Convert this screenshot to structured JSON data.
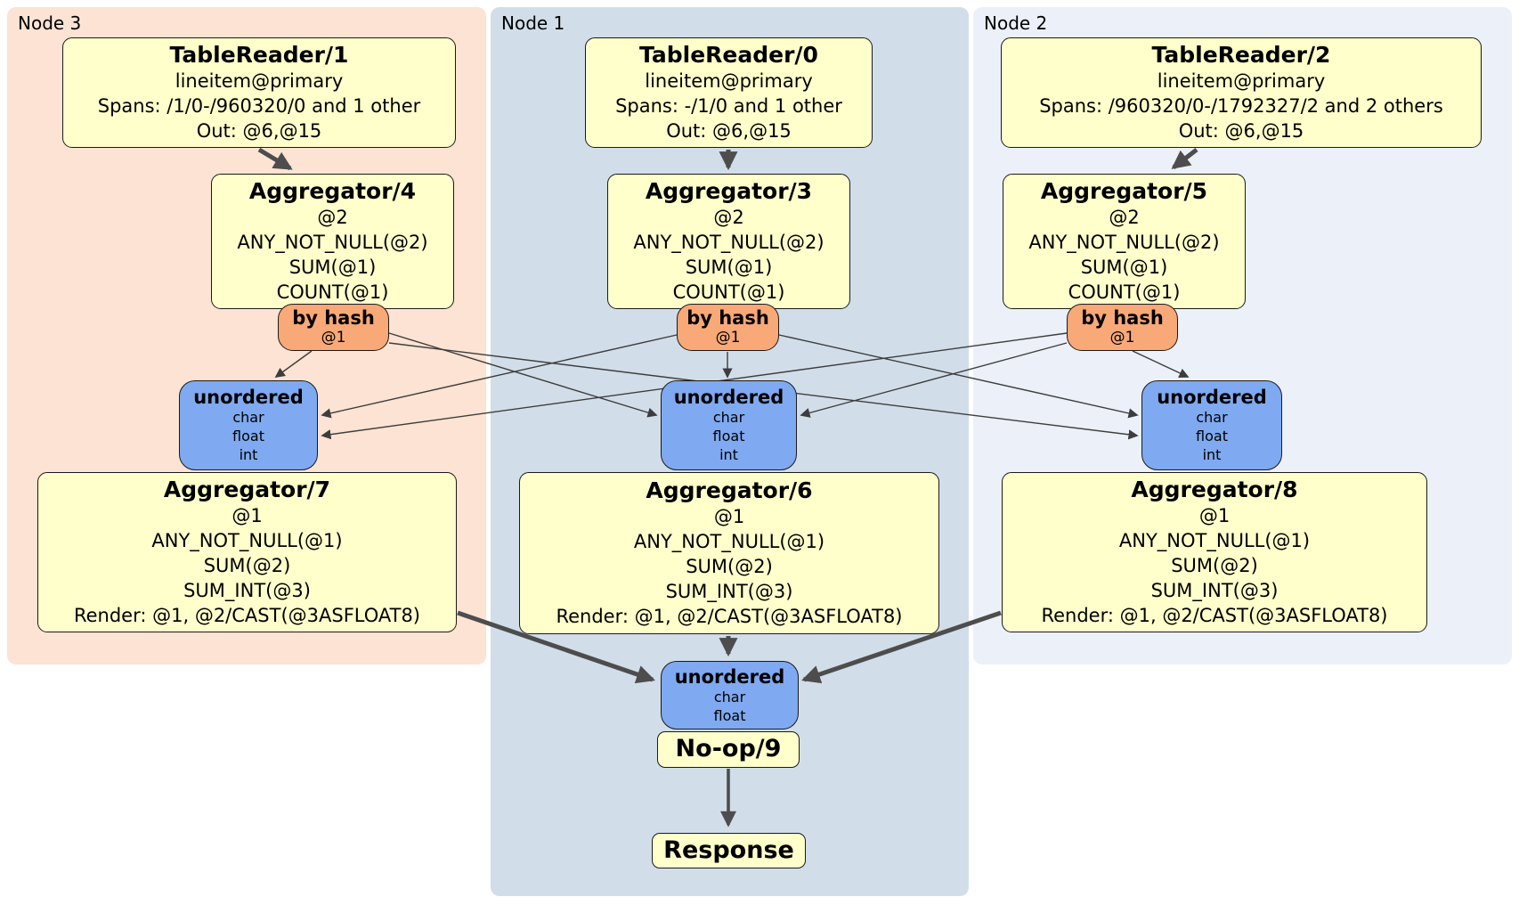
{
  "regions": [
    {
      "label": "Node 3"
    },
    {
      "label": "Node 1"
    },
    {
      "label": "Node 2"
    }
  ],
  "boxes": {
    "tr1": {
      "title": "TableReader/1",
      "lines": [
        "lineitem@primary",
        "Spans: /1/0-/960320/0 and 1 other",
        "Out: @6,@15"
      ]
    },
    "tr0": {
      "title": "TableReader/0",
      "lines": [
        "lineitem@primary",
        "Spans: -/1/0 and 1 other",
        "Out: @6,@15"
      ]
    },
    "tr2": {
      "title": "TableReader/2",
      "lines": [
        "lineitem@primary",
        "Spans: /960320/0-/1792327/2 and 2 others",
        "Out: @6,@15"
      ]
    },
    "agg4": {
      "title": "Aggregator/4",
      "lines": [
        "@2",
        "ANY_NOT_NULL(@2)",
        "SUM(@1)",
        "COUNT(@1)"
      ]
    },
    "agg3": {
      "title": "Aggregator/3",
      "lines": [
        "@2",
        "ANY_NOT_NULL(@2)",
        "SUM(@1)",
        "COUNT(@1)"
      ]
    },
    "agg5": {
      "title": "Aggregator/5",
      "lines": [
        "@2",
        "ANY_NOT_NULL(@2)",
        "SUM(@1)",
        "COUNT(@1)"
      ]
    },
    "agg7": {
      "title": "Aggregator/7",
      "lines": [
        "@1",
        "ANY_NOT_NULL(@1)",
        "SUM(@2)",
        "SUM_INT(@3)",
        "Render: @1, @2/CAST(@3ASFLOAT8)"
      ]
    },
    "agg6": {
      "title": "Aggregator/6",
      "lines": [
        "@1",
        "ANY_NOT_NULL(@1)",
        "SUM(@2)",
        "SUM_INT(@3)",
        "Render: @1, @2/CAST(@3ASFLOAT8)"
      ]
    },
    "agg8": {
      "title": "Aggregator/8",
      "lines": [
        "@1",
        "ANY_NOT_NULL(@1)",
        "SUM(@2)",
        "SUM_INT(@3)",
        "Render: @1, @2/CAST(@3ASFLOAT8)"
      ]
    },
    "noop": {
      "title": "No-op/9"
    },
    "response": {
      "title": "Response"
    }
  },
  "routers": {
    "bh3": {
      "title": "by hash",
      "detail": "@1"
    },
    "bh1": {
      "title": "by hash",
      "detail": "@1"
    },
    "bh2": {
      "title": "by hash",
      "detail": "@1"
    }
  },
  "syncs": {
    "un3": {
      "title": "unordered",
      "types": [
        "char",
        "float",
        "int"
      ]
    },
    "un1": {
      "title": "unordered",
      "types": [
        "char",
        "float",
        "int"
      ]
    },
    "un2": {
      "title": "unordered",
      "types": [
        "char",
        "float",
        "int"
      ]
    },
    "unFinal": {
      "title": "unordered",
      "types": [
        "char",
        "float"
      ]
    }
  },
  "colors": {
    "processor_fill": "#FFFFCC",
    "router_fill": "#F9A877",
    "sync_fill": "#7FA9F0",
    "node3_bg": "#FCE3D3",
    "node1_bg": "#D1DEE9",
    "node2_bg": "#EBF0F9",
    "edge": "#4D4D4D"
  }
}
